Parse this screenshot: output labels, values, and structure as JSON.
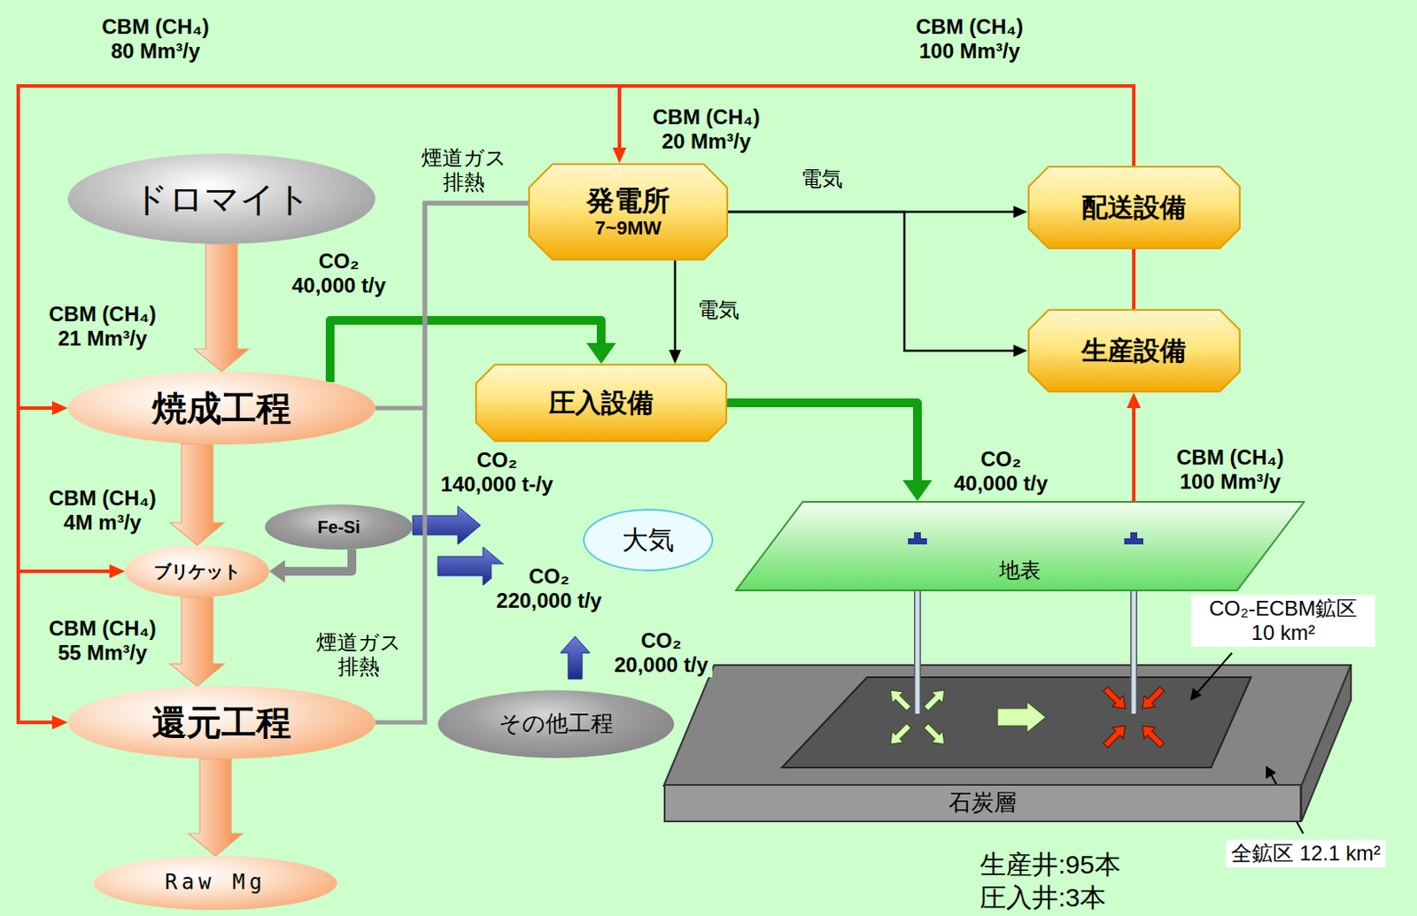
{
  "diagram": {
    "nodes": [
      {
        "text": [
          "ドロマイト"
        ]
      },
      {
        "text": [
          "焼成工程"
        ]
      },
      {
        "text": [
          "ブリケット"
        ]
      },
      {
        "text": [
          "還元工程"
        ]
      },
      {
        "text": [
          "Raw Mg"
        ]
      },
      {
        "text": [
          "発電所",
          "7~9MW"
        ]
      },
      {
        "text": [
          "圧入設備"
        ]
      },
      {
        "text": [
          "配送設備"
        ]
      },
      {
        "text": [
          "生産設備"
        ]
      },
      {
        "text": [
          "Fe-Si"
        ]
      },
      {
        "text": [
          "大気"
        ]
      },
      {
        "text": [
          "その他工程"
        ]
      },
      {
        "text": [
          "地表"
        ]
      },
      {
        "text": [
          "石炭層"
        ]
      }
    ],
    "edges": [
      {
        "from": 7,
        "to": 1,
        "arrow": "to"
      },
      {
        "from": 7,
        "to": 2,
        "arrow": "to"
      },
      {
        "from": 7,
        "to": 3,
        "arrow": "to"
      },
      {
        "from": 7,
        "to": 5,
        "label": "CBM (CH₄) 20 Mm³/y",
        "arrow": "to"
      },
      {
        "from": 12,
        "to": 8,
        "label": "CBM (CH₄) 100 Mm³/y",
        "arrow": "to"
      },
      {
        "from": 8,
        "to": 7,
        "arrow": "none"
      },
      {
        "from": 5,
        "to": 7,
        "label": "電気",
        "arrow": "to"
      },
      {
        "from": 5,
        "to": 8,
        "arrow": "to"
      },
      {
        "from": 5,
        "to": 6,
        "label": "電気",
        "arrow": "to"
      },
      {
        "from": 1,
        "to": 6,
        "label": "CO₂ 40,000 t/y",
        "arrow": "to"
      },
      {
        "from": 6,
        "to": 12,
        "label": "CO₂ 40,000 t/y",
        "arrow": "to"
      },
      {
        "from": 1,
        "to": 5,
        "arrow": "none"
      },
      {
        "from": 3,
        "to": 5,
        "arrow": "none"
      },
      {
        "from": 0,
        "to": 1,
        "label": "CBM (CH₄) 21 Mm³/y",
        "arrow": "to"
      },
      {
        "from": 1,
        "to": 2,
        "label": "CBM (CH₄) 4M m³/y",
        "arrow": "to"
      },
      {
        "from": 2,
        "to": 3,
        "label": "CBM (CH₄) 55 Mm³/y",
        "arrow": "to"
      },
      {
        "from": 3,
        "to": 4,
        "arrow": "to"
      },
      {
        "from": 9,
        "to": 2,
        "arrow": "to"
      }
    ],
    "labels": [
      "CBM (CH₄) 80 Mm³/y",
      "CBM (CH₄) 100 Mm³/y",
      "煙道ガス 排熱",
      "煙道ガス 排熱",
      "CO₂ 140,000 t-/y",
      "CO₂ 220,000 t/y",
      "CO₂ 20,000 t/y",
      "CO₂-ECBM鉱区 10 km²",
      "全鉱区 12.1 km²",
      "生産井:95本",
      "圧入井:3本"
    ]
  }
}
